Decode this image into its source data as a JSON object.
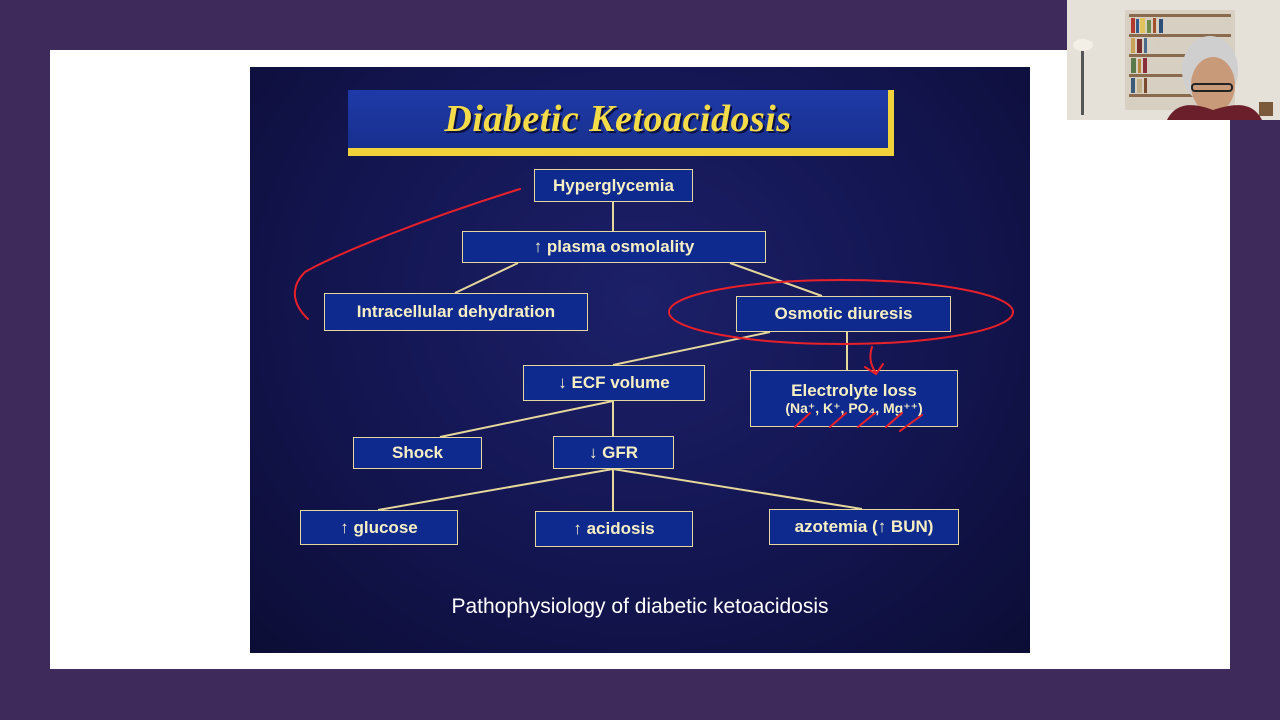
{
  "slide": {
    "title": "Diabetic Ketoacidosis",
    "caption": "Pathophysiology of diabetic ketoacidosis",
    "nodes": {
      "hyperglycemia": "Hyperglycemia",
      "plasma_osmolality": "↑ plasma osmolality",
      "intracellular_dehydration": "Intracellular dehydration",
      "osmotic_diuresis": "Osmotic diuresis",
      "ecf_volume": "↓ ECF volume",
      "electrolyte_loss": "Electrolyte loss",
      "electrolyte_list": "(Na⁺, K⁺, PO₄, Mg⁺⁺)",
      "shock": "Shock",
      "gfr": "↓ GFR",
      "glucose": "↑ glucose",
      "acidosis": "↑ acidosis",
      "azotemia": "azotemia (↑ BUN)"
    }
  },
  "colors": {
    "background": "#3f2b5b",
    "slide_bg": "#131550",
    "title_text": "#f4db4a",
    "node_text": "#f7efc4",
    "connector": "#e6d79c",
    "annotation": "#e8202a"
  },
  "icons": {
    "webcam": "participant-video"
  }
}
